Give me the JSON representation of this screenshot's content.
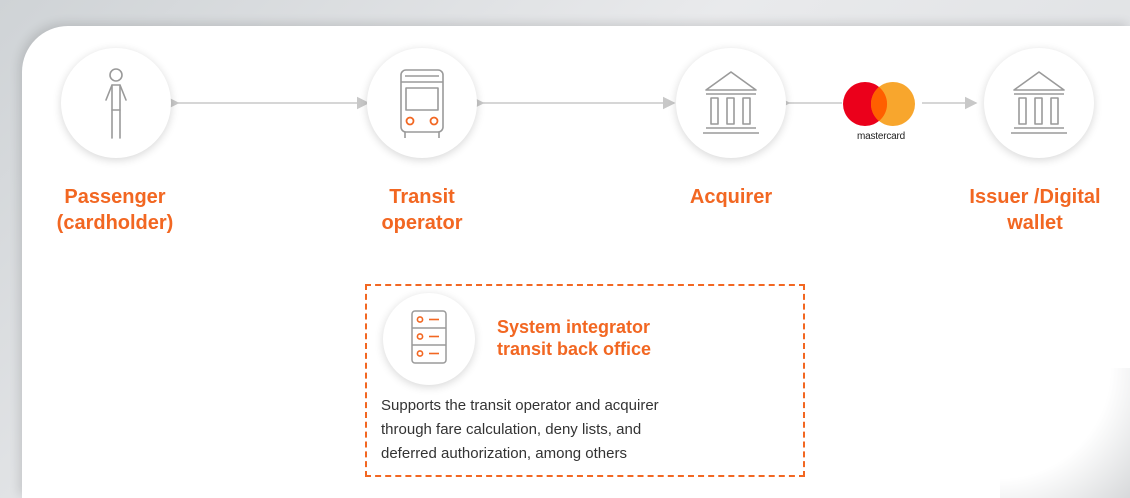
{
  "nodes": [
    {
      "id": "passenger",
      "label": "Passenger\n(cardholder)",
      "icon": "person-icon"
    },
    {
      "id": "transit",
      "label": "Transit\noperator",
      "icon": "bus-icon"
    },
    {
      "id": "acquirer",
      "label": "Acquirer",
      "icon": "bank-icon"
    },
    {
      "id": "issuer",
      "label": "Issuer /Digital\nwallet",
      "icon": "bank-icon"
    }
  ],
  "network_brand": "mastercard",
  "system_integrator": {
    "title": "System integrator\ntransit back office",
    "description": "Supports the transit operator and acquirer\nthrough fare calculation, deny lists, and\ndeferred authorization, among others",
    "icon": "server-icon"
  },
  "colors": {
    "accent": "#f26722",
    "mc_red": "#eb001b",
    "mc_orange": "#f79e1b",
    "arrow": "#c8c8c8",
    "icon_stroke": "#9a9a9a"
  }
}
